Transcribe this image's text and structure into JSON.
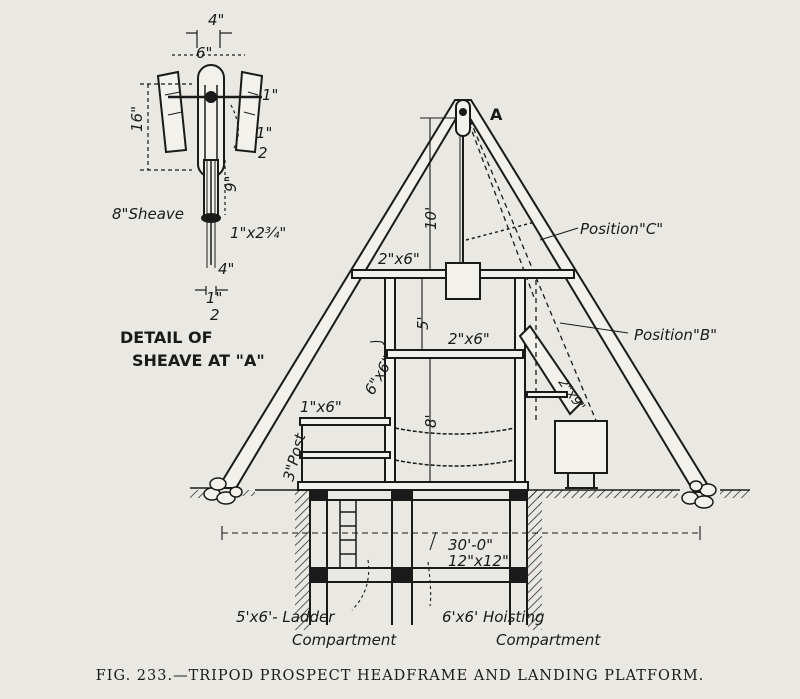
{
  "caption": "FIG. 233.—TRIPOD PROSPECT HEADFRAME AND LANDING PLATFORM.",
  "detail": {
    "title_line1": "DETAIL OF",
    "title_line2": "SHEAVE AT \"A\"",
    "dim_top": "4\"",
    "dim_width": "6\"",
    "dim_pin": "1\"",
    "dim_half_num": "1\"",
    "dim_half_den": "2",
    "dim_height": "16\"",
    "dim_nine": "9\"",
    "sheave_label": "8\"Sheave",
    "bolt_label": "1\"x2¾\"",
    "dim_bottom": "4\"",
    "dim_base_num": "1\"",
    "dim_base_den": "2"
  },
  "main": {
    "apex": "A",
    "dim_10": "10'",
    "dim_5": "5'",
    "dim_8": "8'",
    "top_beam": "2\"x6\"",
    "mid_beam": "2\"x6\"",
    "post": "6\"x6\"",
    "rail": "1\"x6\"",
    "three_post": "3\"Post",
    "pos_c": "Position\"C\"",
    "pos_b": "Position\"B\"",
    "brace": "2\"x9\"",
    "span": "30'-0\"",
    "timber": "12\"x12\"",
    "ladder_line1": "5'x6'- Ladder",
    "ladder_line2": "Compartment",
    "hoist_line1": "6'x6' Hoisting",
    "hoist_line2": "Compartment"
  }
}
